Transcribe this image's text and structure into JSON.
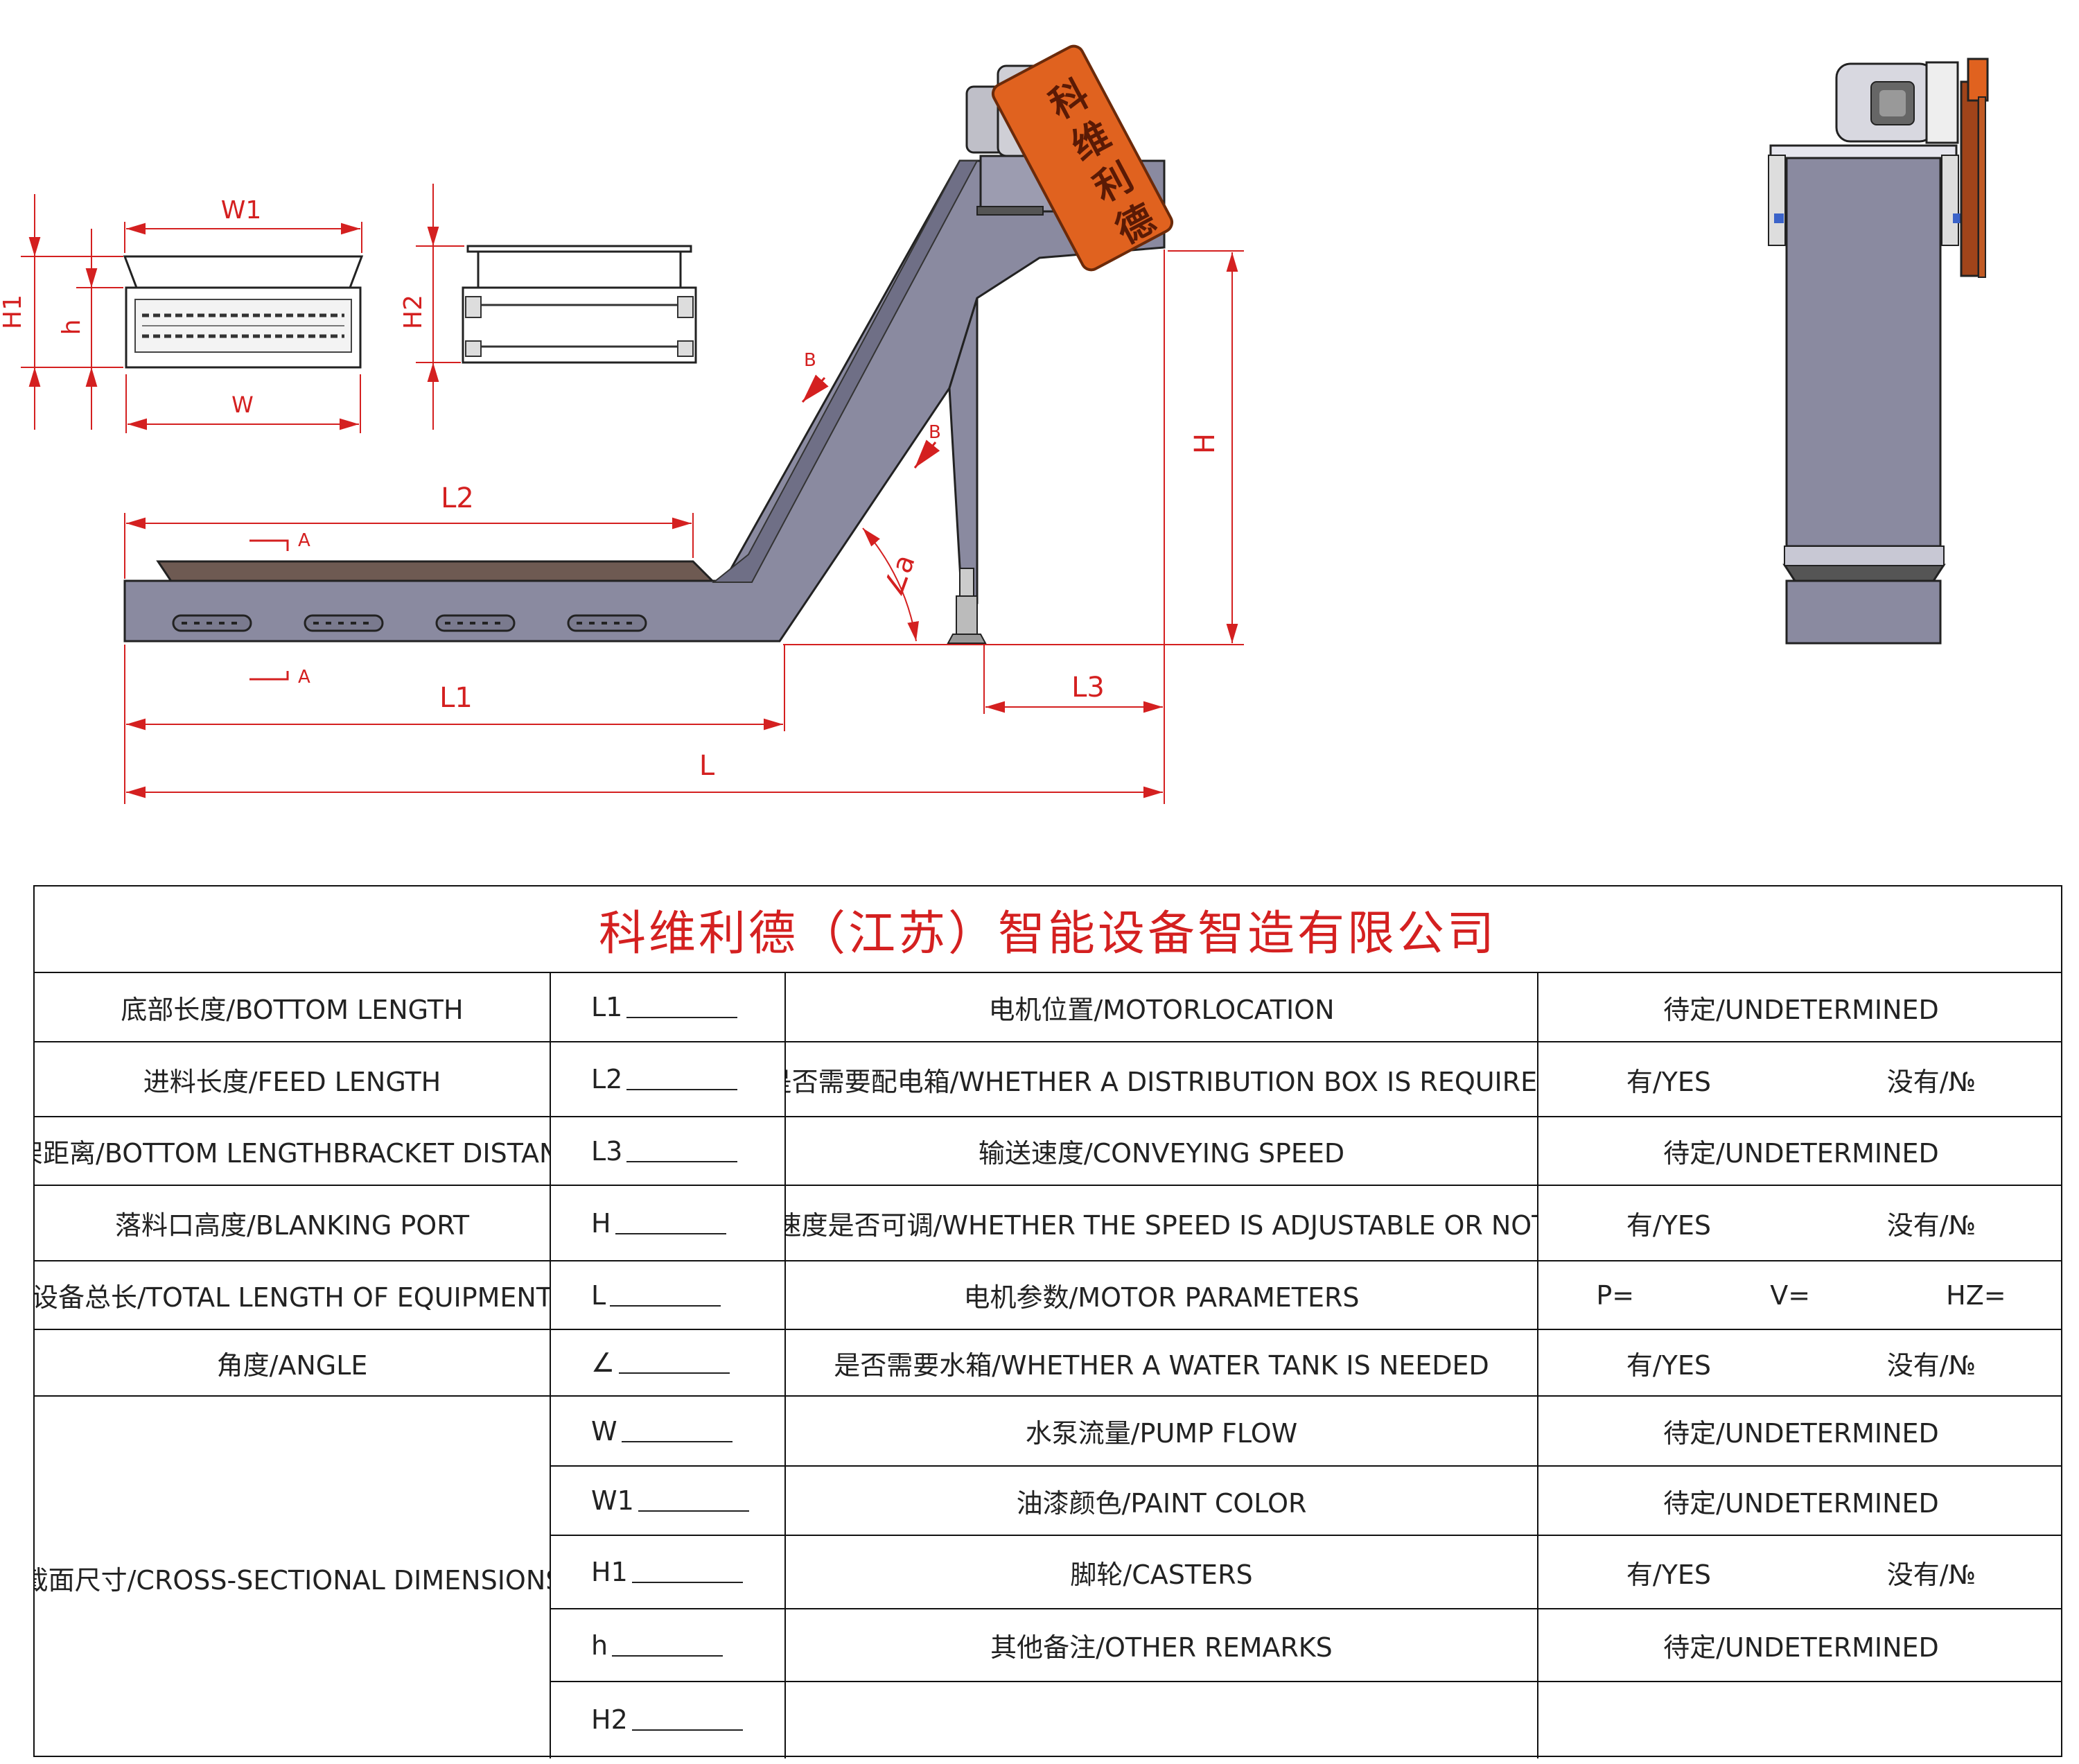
{
  "drawing": {
    "brand_plate": "科维利德",
    "dimensions": {
      "W1": "W1",
      "W": "W",
      "H1": "H1",
      "h": "h",
      "H2": "H2",
      "H": "H",
      "L": "L",
      "L1": "L1",
      "L2": "L2",
      "L3": "L3",
      "angle": "∠a",
      "section_A": "A",
      "section_B": "B"
    },
    "colors": {
      "dim": "#d42020",
      "body": "#8a8a9c",
      "orange": "#e0621f",
      "brown": "#a0441a"
    }
  },
  "table": {
    "title": "科维利德（江苏）智能设备智造有限公司",
    "rows": [
      {
        "label": "底部长度/BOTTOM LENGTH",
        "code": "L1",
        "item": "电机位置/MOTORLOCATION",
        "value": "待定/UNDETERMINED"
      },
      {
        "label": "进料长度/FEED LENGTH",
        "code": "L2",
        "item": "是否需要配电箱/WHETHER A DISTRIBUTION BOX IS REQUIRED",
        "yes": "有/YES",
        "no": "没有/№"
      },
      {
        "label": "支架距离/BOTTOM LENGTHBRACKET DISTANCE",
        "code": "L3",
        "item": "输送速度/CONVEYING SPEED",
        "value": "待定/UNDETERMINED"
      },
      {
        "label": "落料口高度/BLANKING PORT",
        "code": "H",
        "item": "速度是否可调/WHETHER THE SPEED IS ADJUSTABLE OR NOT",
        "yes": "有/YES",
        "no": "没有/№"
      },
      {
        "label": "设备总长/TOTAL LENGTH OF EQUIPMENT",
        "code": "L",
        "item": "电机参数/MOTOR PARAMETERS",
        "p": "P=",
        "v": "V=",
        "hz": "HZ="
      },
      {
        "label": "角度/ANGLE",
        "code": "∠",
        "item": "是否需要水箱/WHETHER A WATER TANK IS NEEDED",
        "yes": "有/YES",
        "no": "没有/№"
      }
    ],
    "section_label": "截面尺寸/CROSS-SECTIONAL DIMENSIONS",
    "section_rows": [
      {
        "code": "W",
        "item": "水泵流量/PUMP FLOW",
        "value": "待定/UNDETERMINED"
      },
      {
        "code": "W1",
        "item": "油漆颜色/PAINT COLOR",
        "value": "待定/UNDETERMINED"
      },
      {
        "code": "H1",
        "item": "脚轮/CASTERS",
        "yes": "有/YES",
        "no": "没有/№"
      },
      {
        "code": "h",
        "item": "其他备注/OTHER REMARKS",
        "value": "待定/UNDETERMINED"
      },
      {
        "code": "H2",
        "item": "",
        "value": ""
      }
    ]
  }
}
